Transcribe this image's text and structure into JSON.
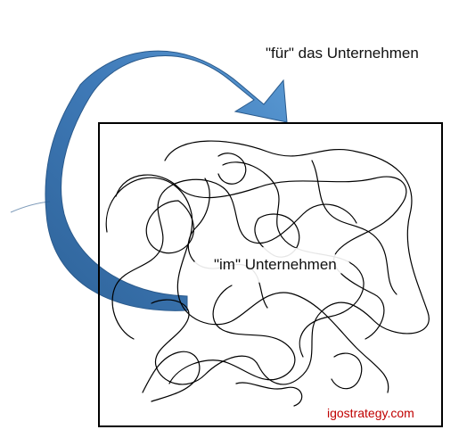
{
  "labels": {
    "outside": "\"für\" das Unternehmen",
    "inside": "\"im\" Unternehmen"
  },
  "watermark": "igostrategy.com",
  "colors": {
    "arrow_dark": "#2e6399",
    "arrow_light": "#5b9bd5",
    "frame": "#000000",
    "scribble": "#000000",
    "watermark": "#c00000"
  }
}
